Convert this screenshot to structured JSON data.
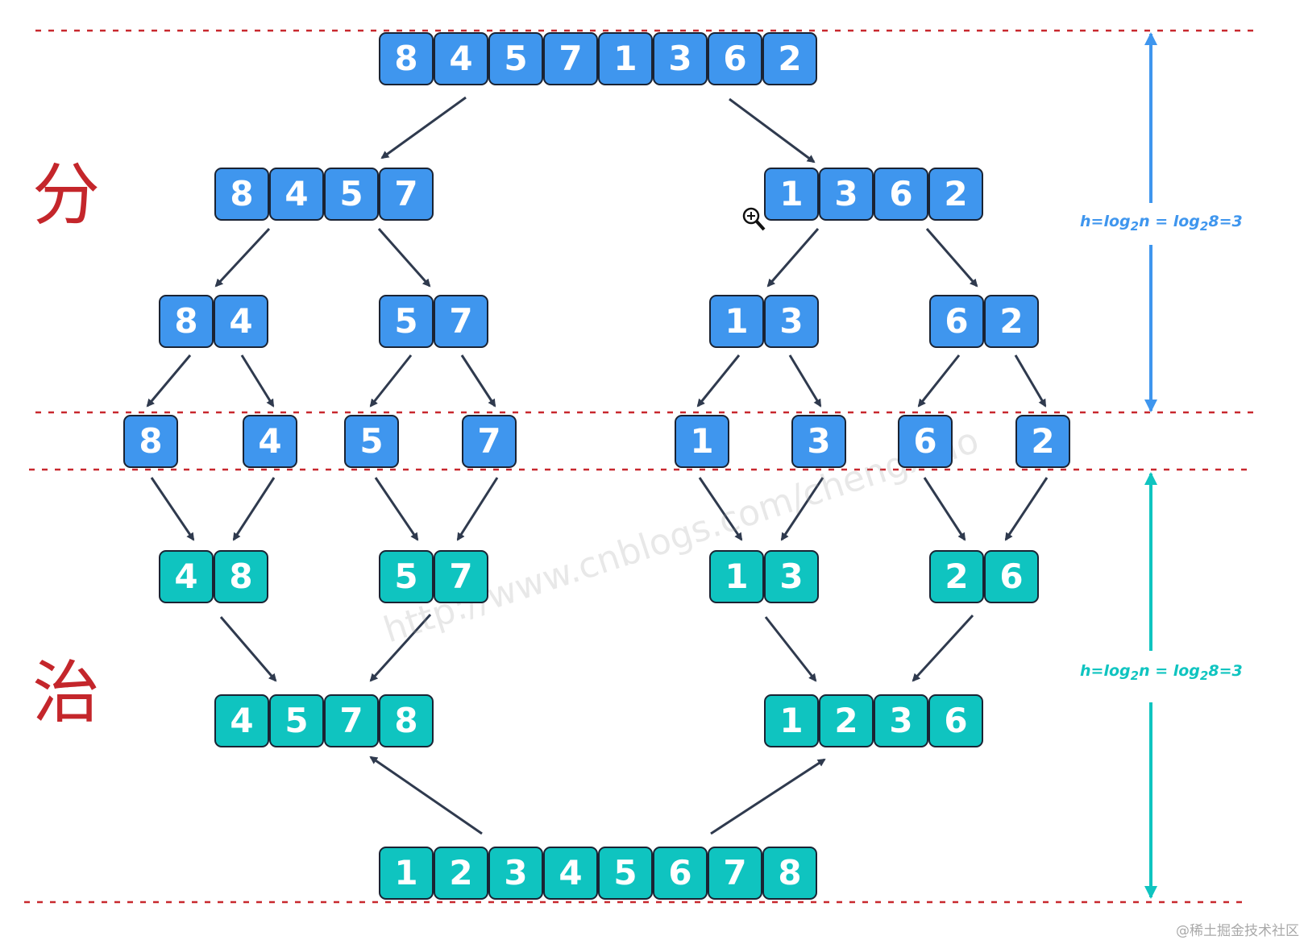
{
  "labels": {
    "divide": "分",
    "conquer": "治"
  },
  "formula": {
    "h": "h=log",
    "base": "2",
    "n": "n = log",
    "base2": "2",
    "tail": "8=3"
  },
  "watermark": "http://www.cnblogs.com/chengxiao",
  "credit": "@稀土掘金技术社区",
  "colors": {
    "split": "#3f96ee",
    "merge": "#0fc4c0",
    "arrow": "#2f3a4e",
    "dashed": "#c8282e",
    "label": "#c4262b"
  },
  "levels": {
    "split0": [
      [
        "8",
        "4",
        "5",
        "7",
        "1",
        "3",
        "6",
        "2"
      ]
    ],
    "split1": [
      [
        "8",
        "4",
        "5",
        "7"
      ],
      [
        "1",
        "3",
        "6",
        "2"
      ]
    ],
    "split2": [
      [
        "8",
        "4"
      ],
      [
        "5",
        "7"
      ],
      [
        "1",
        "3"
      ],
      [
        "6",
        "2"
      ]
    ],
    "split3": [
      [
        "8"
      ],
      [
        "4"
      ],
      [
        "5"
      ],
      [
        "7"
      ],
      [
        "1"
      ],
      [
        "3"
      ],
      [
        "6"
      ],
      [
        "2"
      ]
    ],
    "merge1": [
      [
        "4",
        "8"
      ],
      [
        "5",
        "7"
      ],
      [
        "1",
        "3"
      ],
      [
        "2",
        "6"
      ]
    ],
    "merge2": [
      [
        "4",
        "5",
        "7",
        "8"
      ],
      [
        "1",
        "2",
        "3",
        "6"
      ]
    ],
    "merge3": [
      [
        "1",
        "2",
        "3",
        "4",
        "5",
        "6",
        "7",
        "8"
      ]
    ]
  }
}
